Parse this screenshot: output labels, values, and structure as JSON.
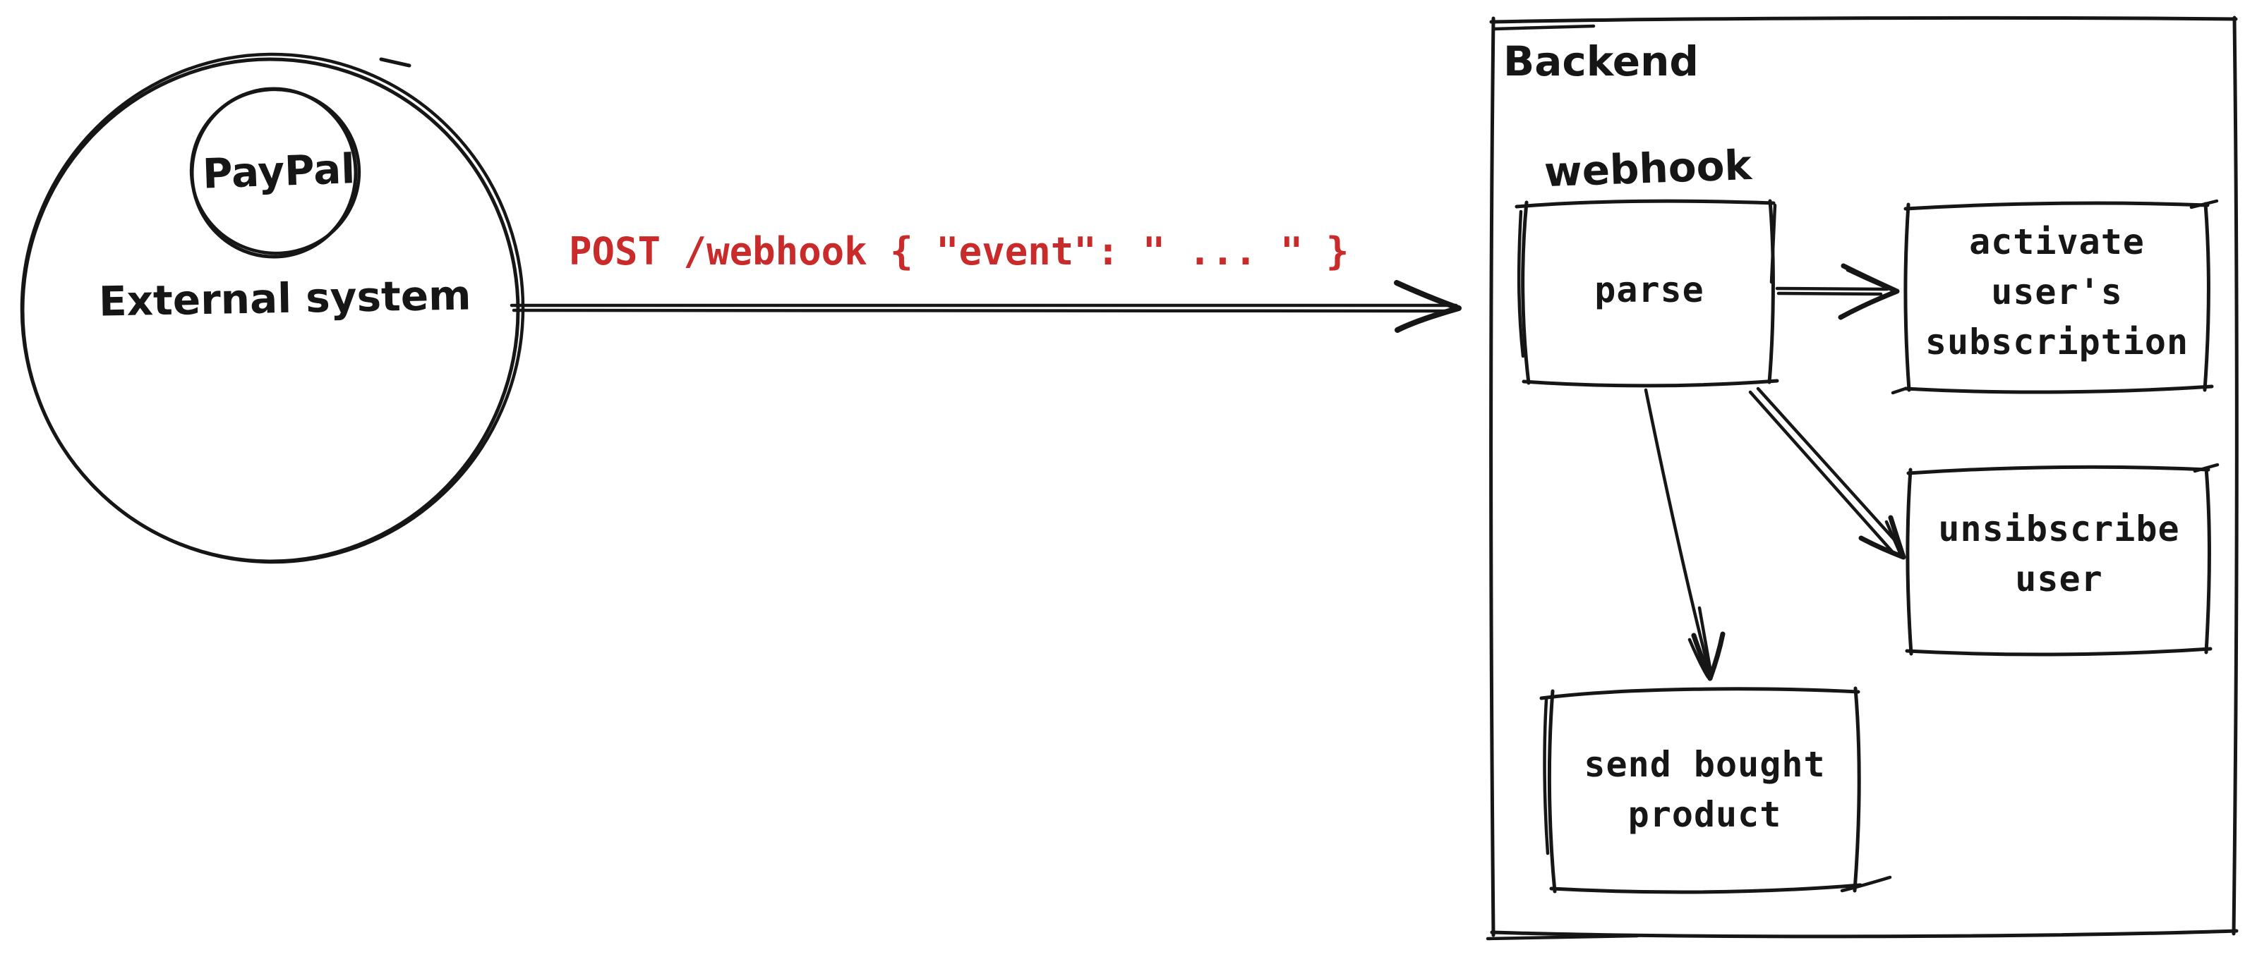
{
  "diagram": {
    "external_system": {
      "label": "External system",
      "inner_label": "PayPal"
    },
    "request": {
      "label": "POST /webhook { \"event\": \" ... \" }",
      "color": "#c92a2a"
    },
    "backend": {
      "label": "Backend",
      "webhook_label": "webhook",
      "nodes": {
        "parse": {
          "label": "parse"
        },
        "activate": {
          "lines": [
            "activate",
            "user's",
            "subscription"
          ]
        },
        "unsubscribe": {
          "lines": [
            "unsibscribe",
            "user"
          ]
        },
        "send": {
          "lines": [
            "send bought",
            "product"
          ]
        }
      }
    },
    "colors": {
      "ink": "#161616",
      "accent_red": "#c92a2a",
      "background": "#ffffff"
    }
  }
}
